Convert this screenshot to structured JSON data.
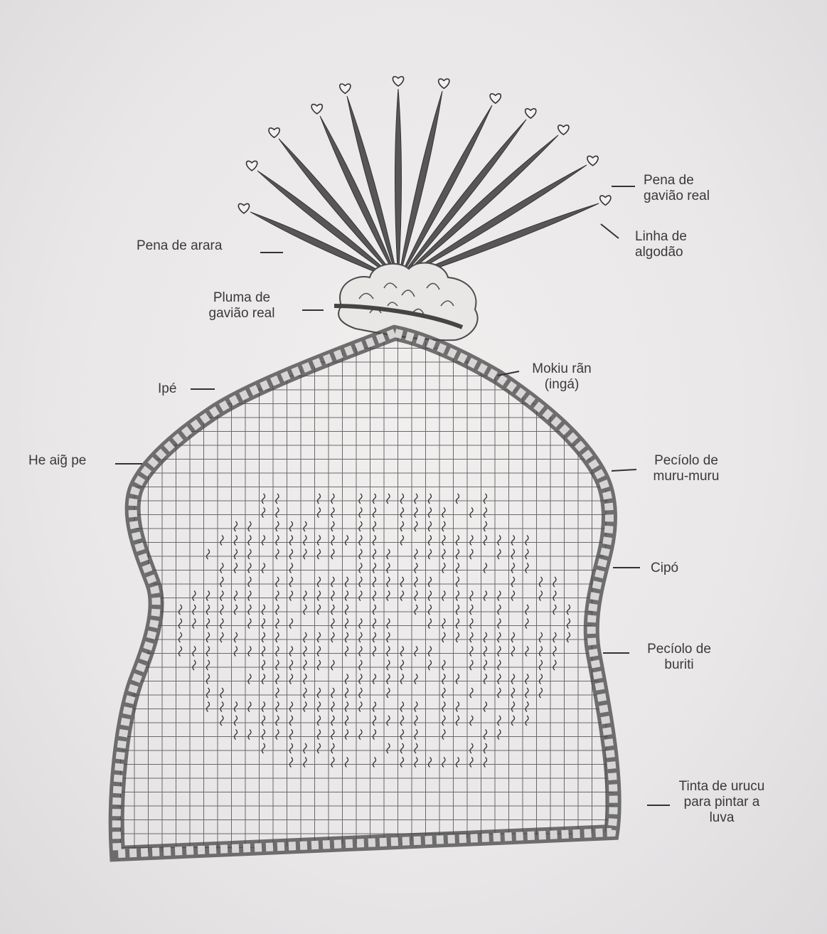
{
  "labels": {
    "pena_gaviao_real": "Pena de\ngavião real",
    "linha_algodao": "Linha de\nalgodão",
    "pena_arara": "Pena de arara",
    "pluma_gaviao_real": "Pluma de\ngavião real",
    "mokiu_ran": "Mokiu rãn\n(ingá)",
    "ipe": "Ipé",
    "he_aig_pe": "He aig̃ pe",
    "peciolo_muru": "Pecíolo de\nmuru-muru",
    "cipo": "Cipó",
    "peciolo_buriti": "Pecíolo de\nburiti",
    "tinta_urucu": "Tinta de urucu\npara pintar a\nluva"
  },
  "colors": {
    "paper": "#ecebeb",
    "pencil": "#3c3c3c",
    "feather": "#555555",
    "grid": "#6a6a6a",
    "text": "#3a3a3a"
  }
}
